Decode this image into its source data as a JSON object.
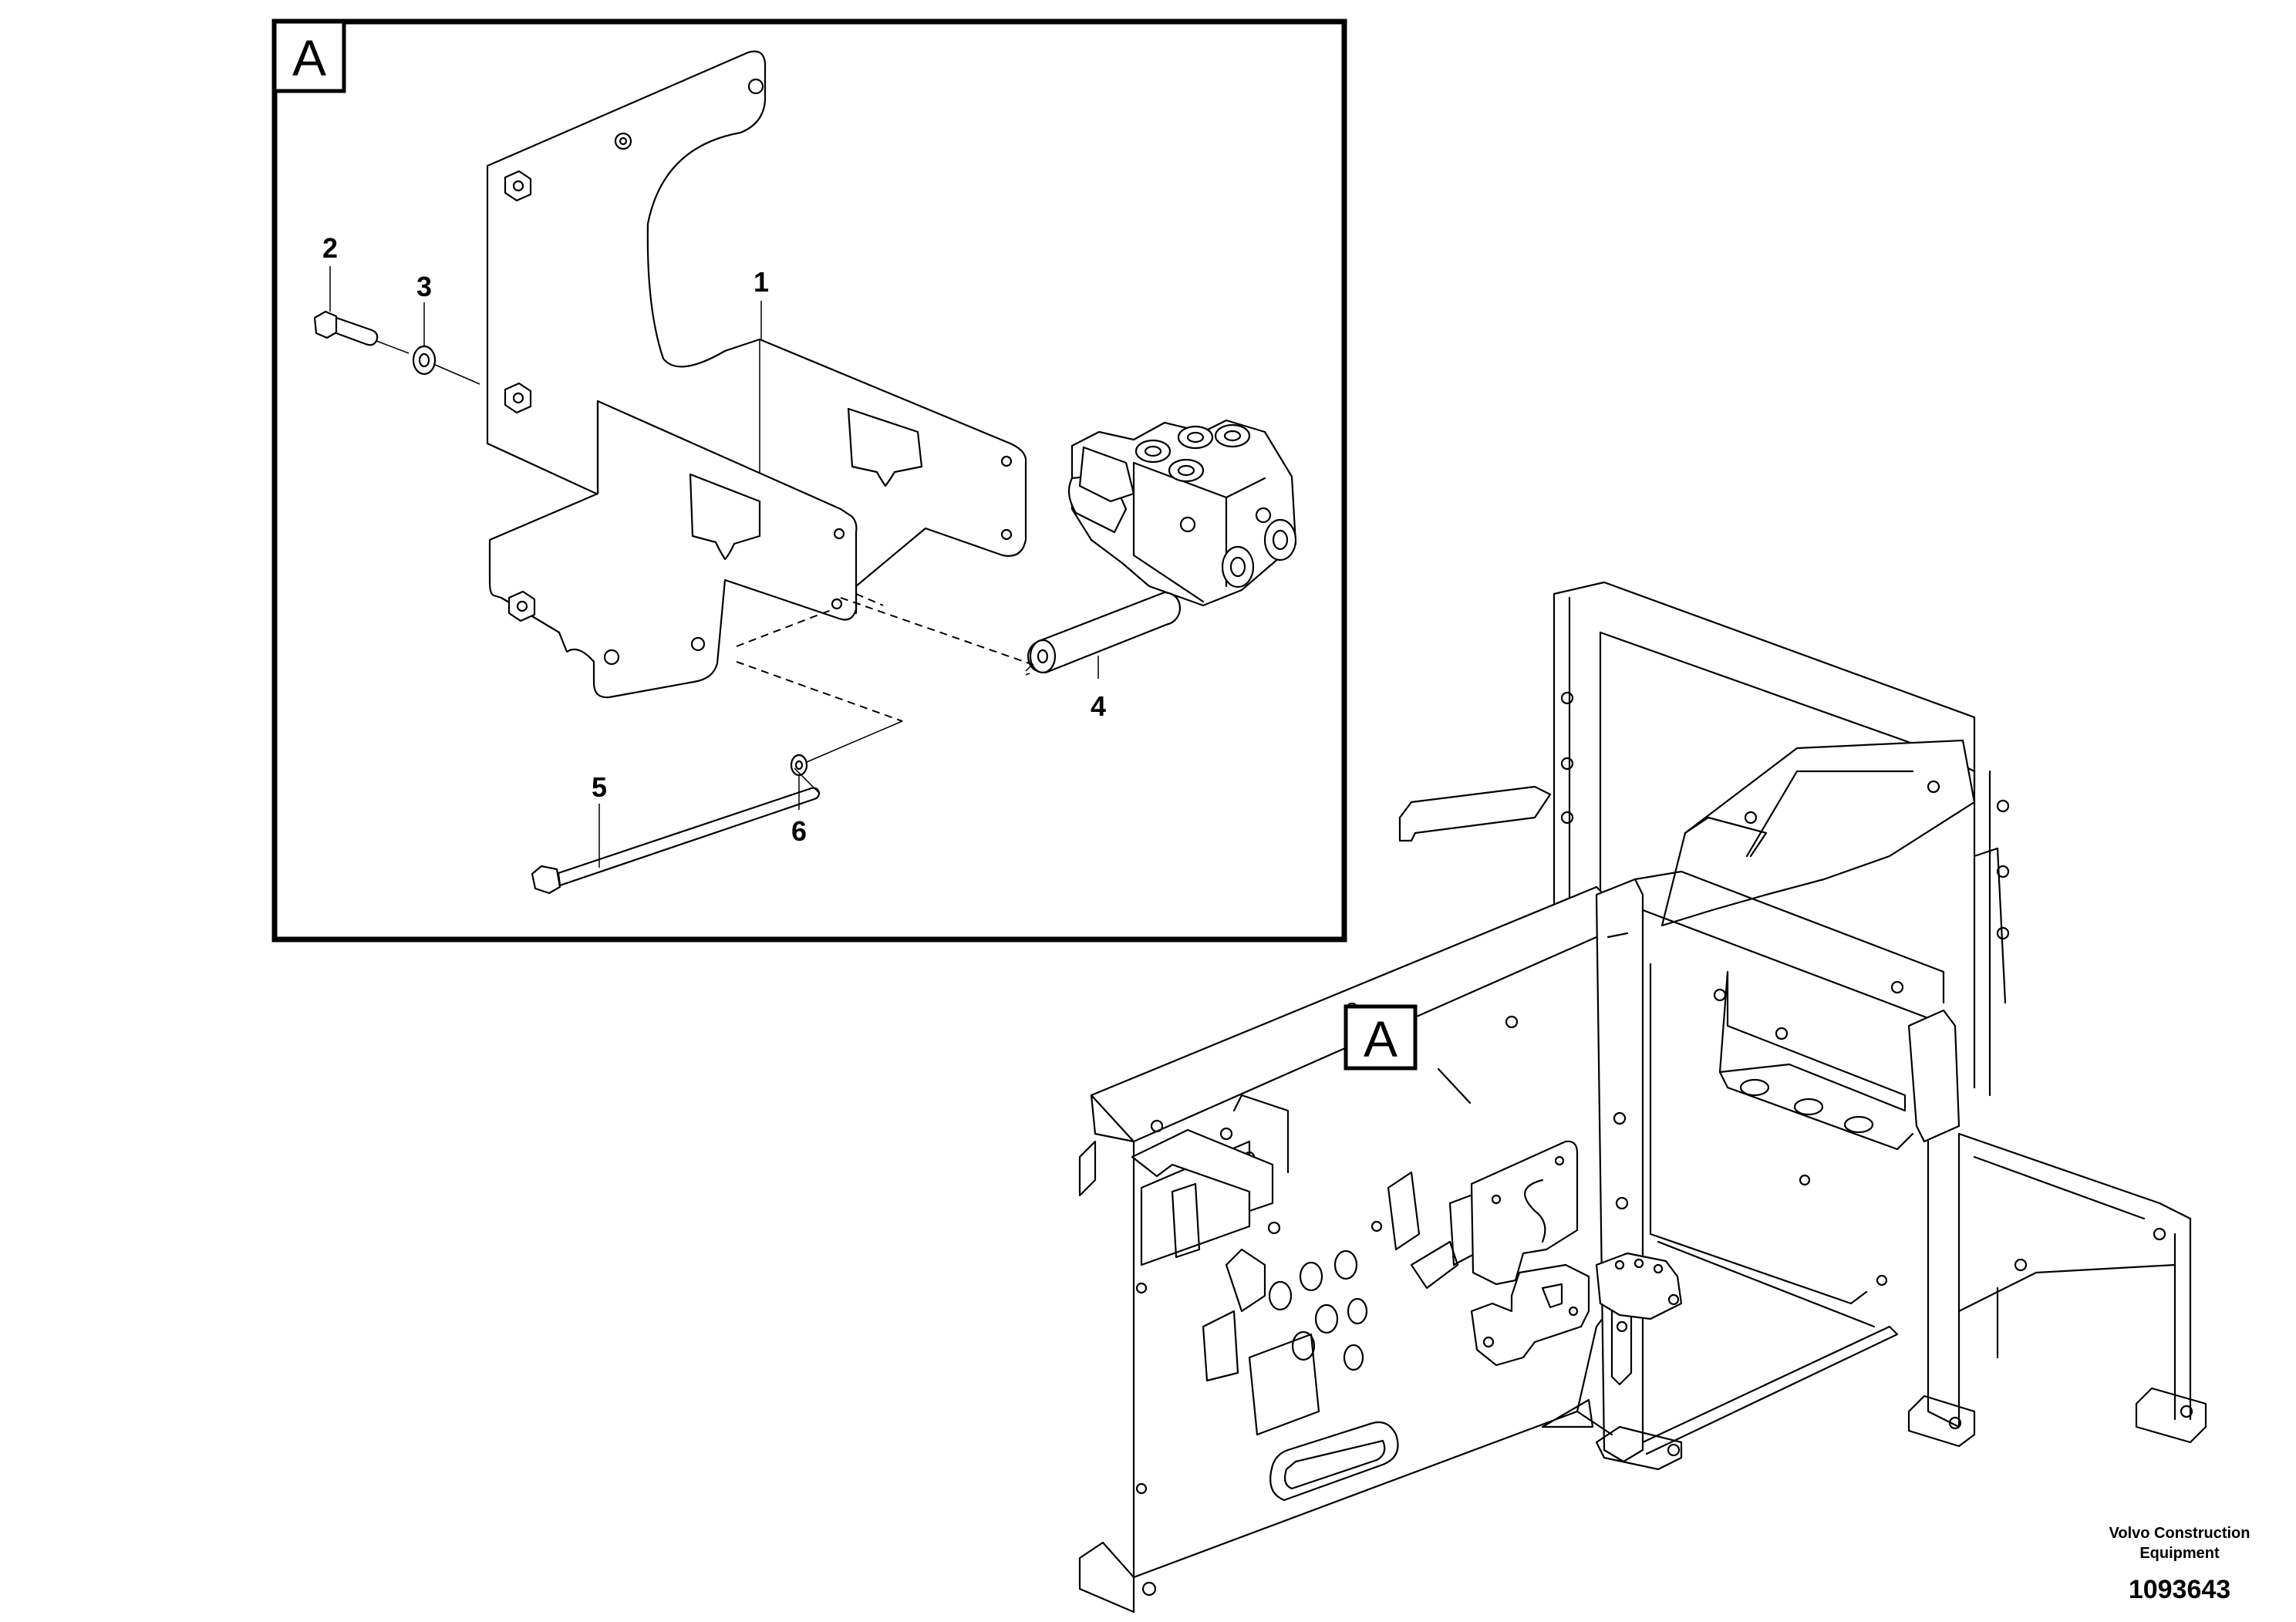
{
  "detail_view": {
    "flag_label": "A",
    "callouts": [
      {
        "id": "1",
        "label": "1"
      },
      {
        "id": "2",
        "label": "2"
      },
      {
        "id": "3",
        "label": "3"
      },
      {
        "id": "4",
        "label": "4"
      },
      {
        "id": "5",
        "label": "5"
      },
      {
        "id": "6",
        "label": "6"
      }
    ]
  },
  "overview": {
    "flag_label": "A"
  },
  "footer": {
    "brand_line1": "Volvo Construction",
    "brand_line2": "Equipment",
    "reference_number": "1093643"
  }
}
